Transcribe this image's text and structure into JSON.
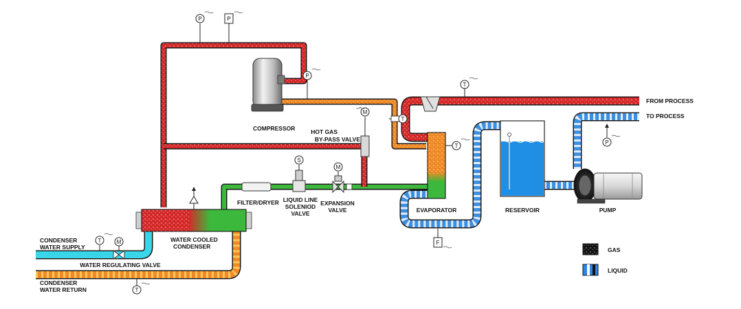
{
  "colors": {
    "hot_gas": "#d62828",
    "suction_gas": "#f08a24",
    "liquid_refrigerant": "#3cb83c",
    "condenser_water_in": "#39d6ea",
    "condenser_water_out": "#f08a24",
    "process_supply": "#3d8fe0",
    "process_return": "#d62828",
    "reservoir_water": "#1f8fe6"
  },
  "components": {
    "compressor": "COMPRESSOR",
    "hot_gas_bypass_line1": "HOT GAS",
    "hot_gas_bypass_line2": "BY-PASS VALVE",
    "filter_dryer": "FILTER/DRYER",
    "solenoid_line1": "LIQUID LINE",
    "solenoid_line2": "SOLENIOD",
    "solenoid_line3": "VALVE",
    "expansion_line1": "EXPANSION",
    "expansion_line2": "VALVE",
    "evaporator": "EVAPORATOR",
    "reservoir": "RESERVOIR",
    "pump": "PUMP",
    "condenser_line1": "WATER COOLED",
    "condenser_line2": "CONDENSER",
    "water_regulating_valve": "WATER REGULATING VALVE"
  },
  "connections": {
    "from_process": "FROM PROCESS",
    "to_process": "TO PROCESS",
    "condenser_supply_line1": "CONDENSER",
    "condenser_supply_line2": "WATER SUPPLY",
    "condenser_return_line1": "CONDENSER",
    "condenser_return_line2": "WATER RETURN"
  },
  "instruments": {
    "pressure": "P",
    "temperature": "T",
    "motor": "M",
    "solenoid": "S",
    "flow": "F"
  },
  "legend": {
    "gas": "GAS",
    "liquid": "LIQUID"
  }
}
